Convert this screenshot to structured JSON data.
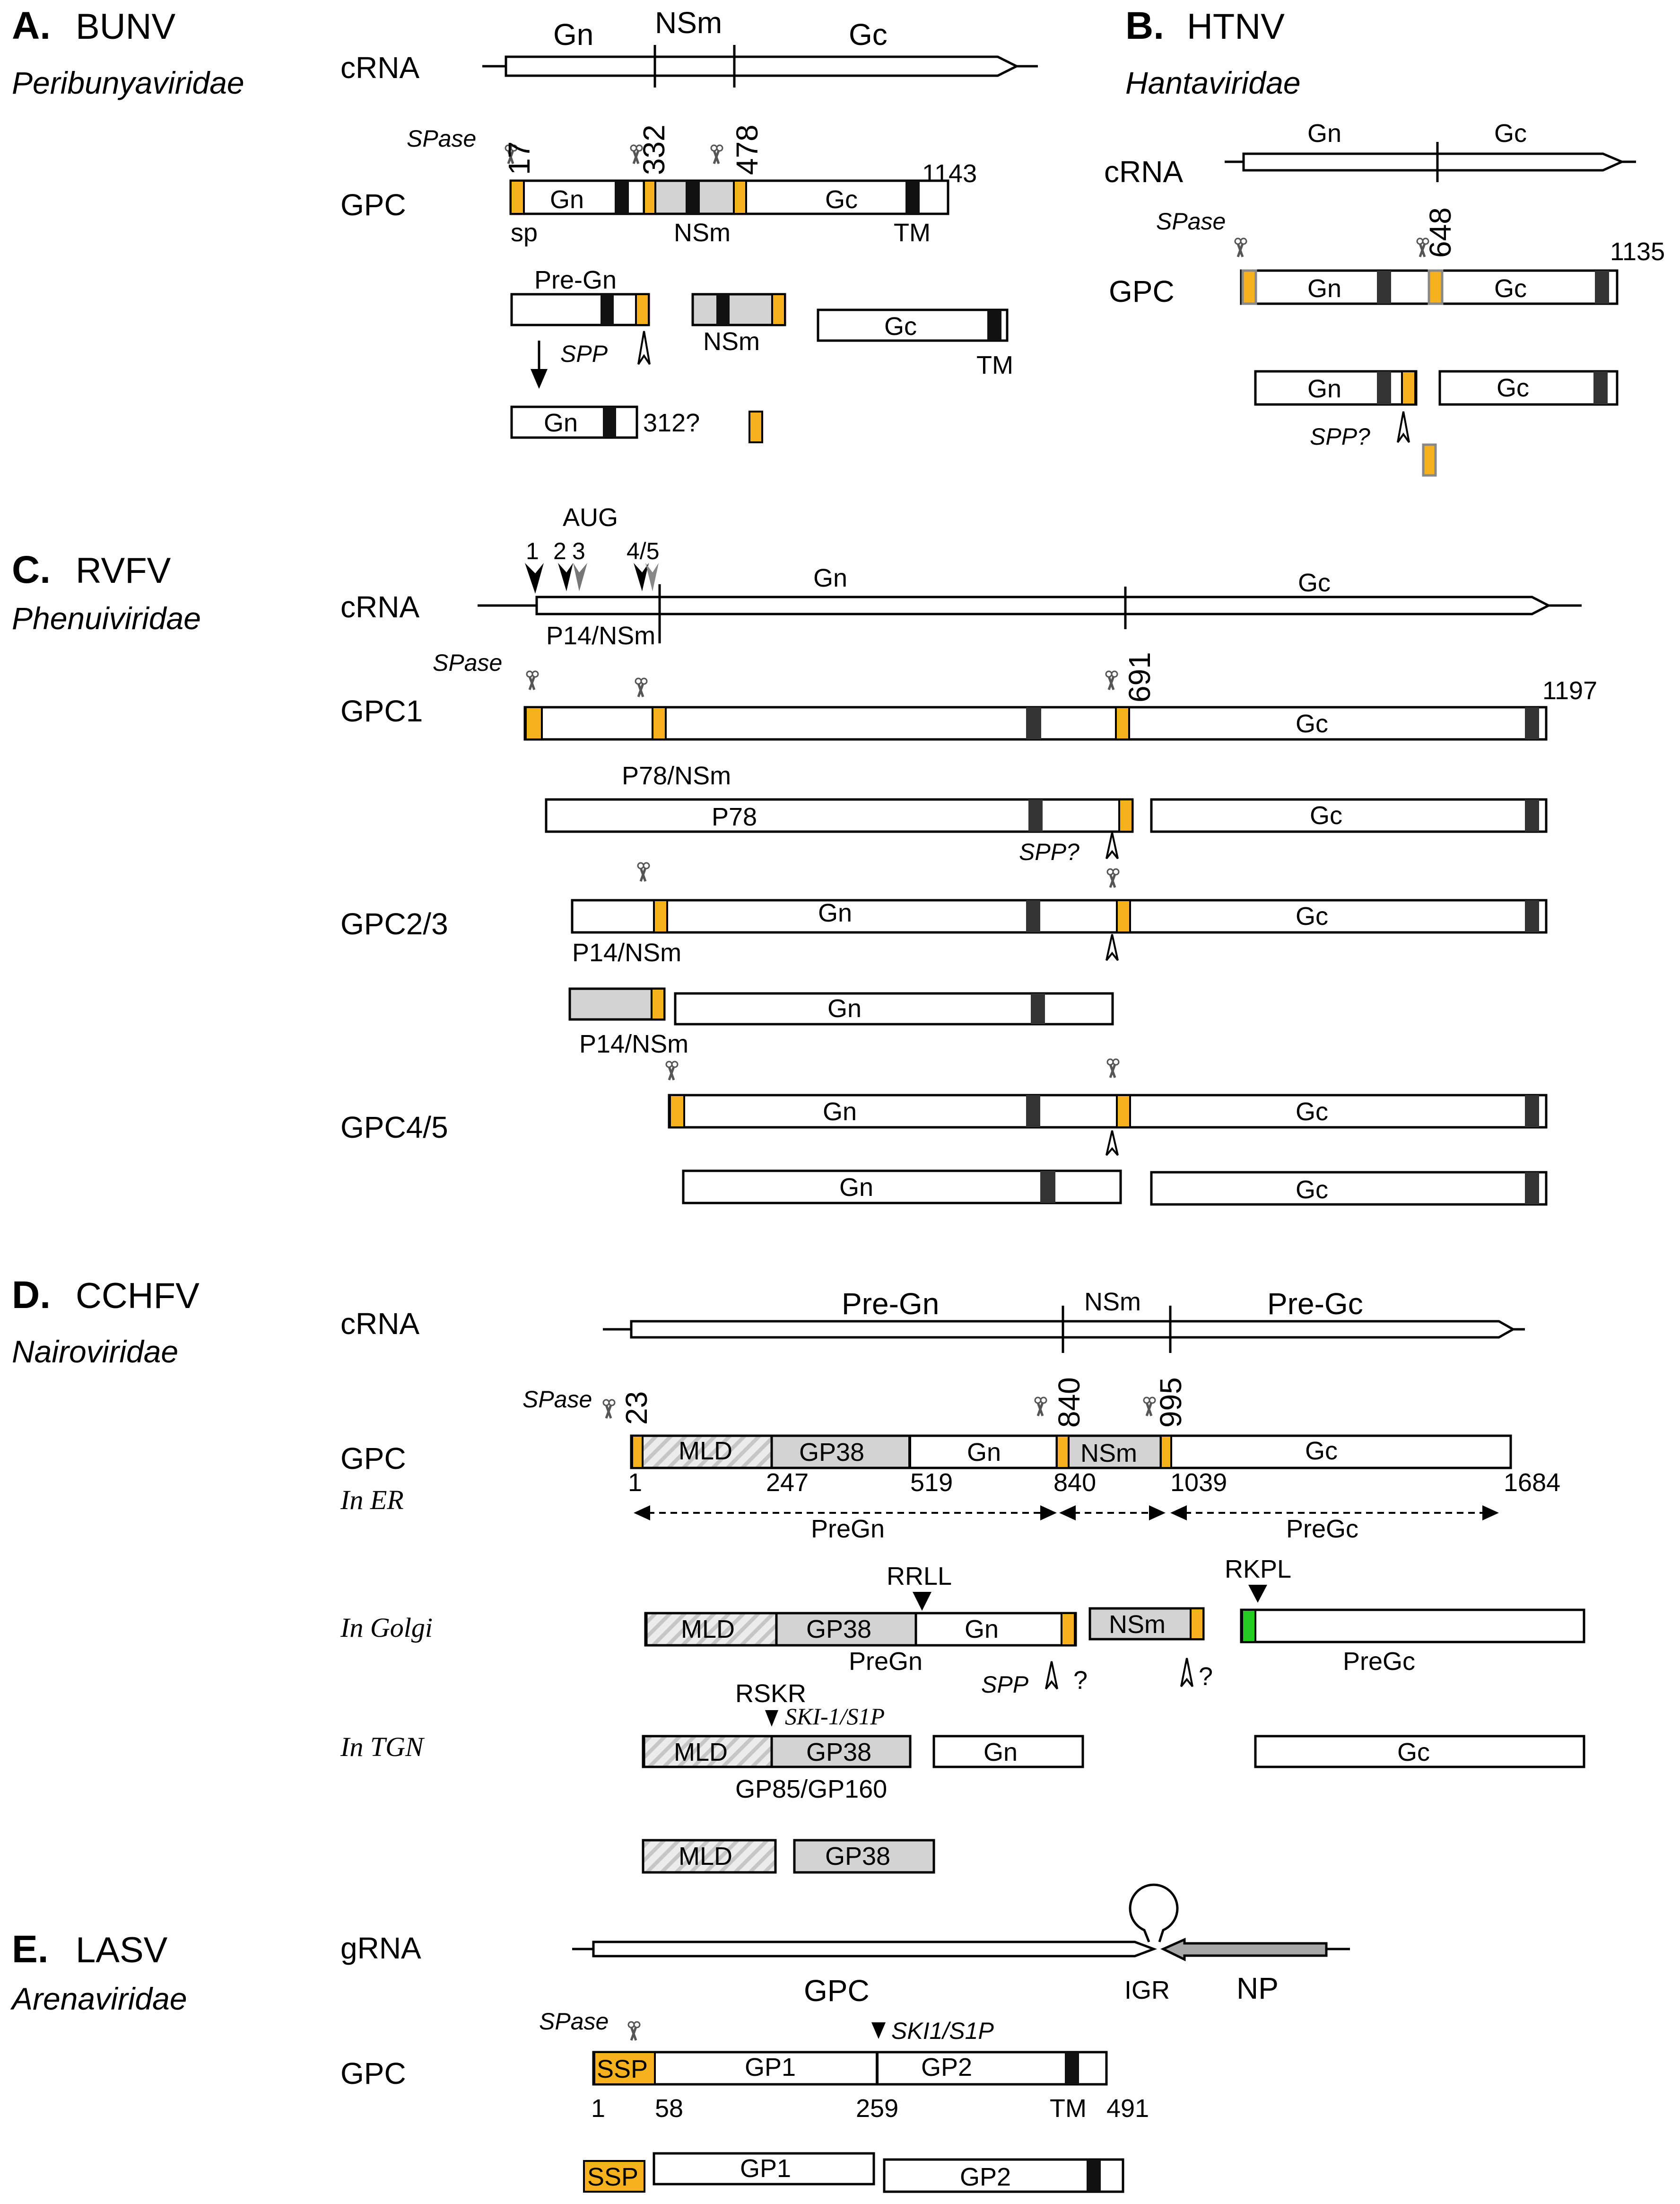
{
  "sections": {
    "A": {
      "letter": "A.",
      "virus": "BUNV",
      "family": "Peribunyaviridae",
      "crna": "cRNA",
      "crna_segs": [
        "Gn",
        "NSm",
        "Gc"
      ],
      "gpc": "GPC",
      "spase": "SPase",
      "pos": [
        "17",
        "332",
        "478",
        "1143"
      ],
      "seg": {
        "gn": "Gn",
        "nsm": "NSm",
        "gc": "Gc",
        "sp": "sp",
        "tm": "TM"
      },
      "products": {
        "pregn": "Pre-Gn",
        "spp": "SPP",
        "nsm": "NSm",
        "gc": "Gc",
        "tm": "TM",
        "gn": "Gn",
        "gn_len": "312?"
      }
    },
    "B": {
      "letter": "B.",
      "virus": "HTNV",
      "family": "Hantaviridae",
      "crna": "cRNA",
      "crna_segs": [
        "Gn",
        "Gc"
      ],
      "gpc": "GPC",
      "spase": "SPase",
      "pos": [
        "648",
        "1135"
      ],
      "seg": {
        "gn": "Gn",
        "gc": "Gc"
      },
      "spp": "SPP?"
    },
    "C": {
      "letter": "C.",
      "virus": "RVFV",
      "family": "Phenuiviridae",
      "crna": "cRNA",
      "aug": "AUG",
      "aug_nums": [
        "1",
        "2",
        "3",
        "4/5"
      ],
      "crna_gn": "Gn",
      "crna_gc": "Gc",
      "p14nsm": "P14/NSm",
      "gpc1": "GPC1",
      "gpc23": "GPC2/3",
      "gpc45": "GPC4/5",
      "spase": "SPase",
      "pos": [
        "691",
        "1197"
      ],
      "p78nsm": "P78/NSm",
      "p78": "P78",
      "spp": "SPP?",
      "gn": "Gn",
      "gc": "Gc"
    },
    "D": {
      "letter": "D.",
      "virus": "CCHFV",
      "family": "Nairoviridae",
      "crna": "cRNA",
      "crna_segs": [
        "Pre-Gn",
        "NSm",
        "Pre-Gc"
      ],
      "gpc": "GPC",
      "spase": "SPase",
      "pos_top": [
        "23",
        "840",
        "995"
      ],
      "pos_bottom": [
        "1",
        "247",
        "519",
        "840",
        "1039",
        "1684"
      ],
      "seg": {
        "mld": "MLD",
        "gp38": "GP38",
        "gn": "Gn",
        "nsm": "NSm",
        "gc": "Gc"
      },
      "loc": {
        "er": "In ER",
        "golgi": "In Golgi",
        "tgn": "In TGN"
      },
      "span": {
        "pregn": "PreGn",
        "pregc": "PreGc"
      },
      "golgi": {
        "rrll": "RRLL",
        "rkpl": "RKPL",
        "pregn": "PreGn",
        "spp": "SPP",
        "q": "?",
        "pregc": "PreGc"
      },
      "tgn": {
        "rskr": "RSKR",
        "ski": "SKI-1/S1P",
        "gp85": "GP85/GP160"
      }
    },
    "E": {
      "letter": "E.",
      "virus": "LASV",
      "family": "Arenaviridae",
      "grna": "gRNA",
      "gpc_lbl": "GPC",
      "igr": "IGR",
      "np": "NP",
      "gpc": "GPC",
      "spase": "SPase",
      "ski": "SKI1/S1P",
      "seg": {
        "ssp": "SSP",
        "gp1": "GP1",
        "gp2": "GP2",
        "tm": "TM"
      },
      "pos": [
        "1",
        "58",
        "259",
        "491"
      ]
    }
  },
  "colors": {
    "signal_peptide": "#f5b21c",
    "nsm_mld_region": "#d3d3d3",
    "rkpl_site": "#22cc22",
    "tm_domain": "#111111"
  }
}
